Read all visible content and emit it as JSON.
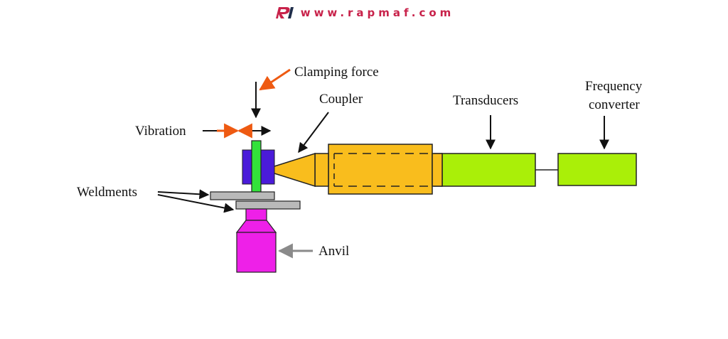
{
  "header": {
    "site_url": "www.rapmaf.com",
    "logo_icon": "rapmaf-logo-icon",
    "brand_color": "#c8224a"
  },
  "labels": {
    "clamping_force": "Clamping force",
    "coupler": "Coupler",
    "transducers": "Transducers",
    "frequency_converter_line1": "Frequency",
    "frequency_converter_line2": "converter",
    "vibration": "Vibration",
    "weldments": "Weldments",
    "anvil": "Anvil"
  },
  "colors": {
    "transducer": "#f9bd1d",
    "converter": "#aaef08",
    "sonotrode": "#33e23a",
    "clamp_pad": "#4a1bd9",
    "anvil": "#ee20e8",
    "weldment": "#b9b9b9",
    "accent_arrow": "#ee5a12",
    "anvil_arrow": "#8a8a8a"
  }
}
